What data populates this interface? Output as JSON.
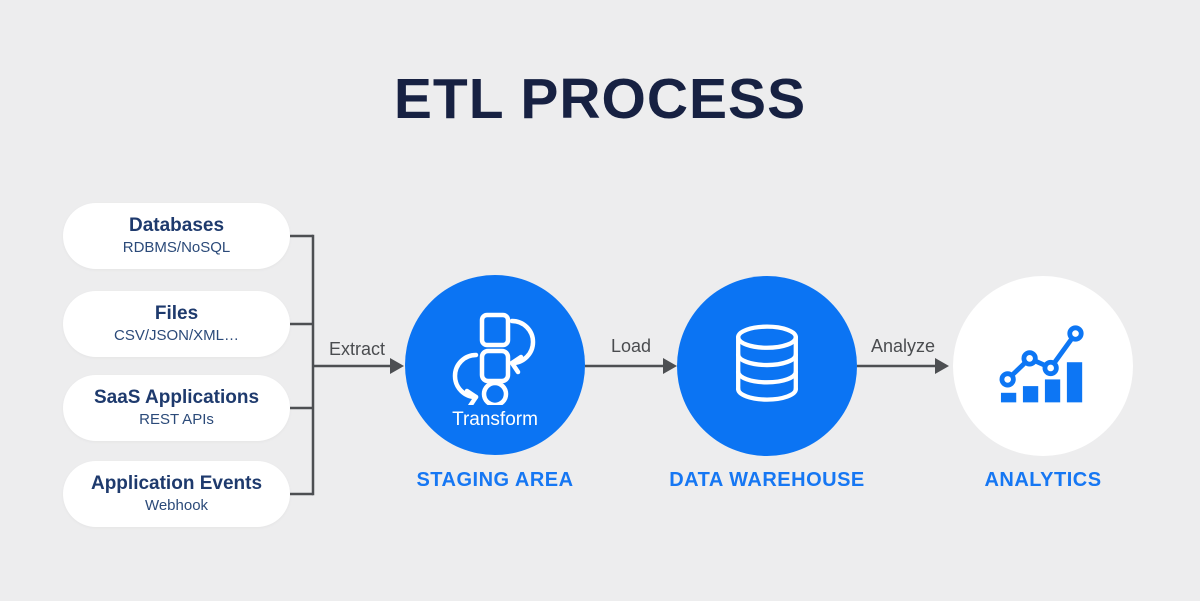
{
  "title": "ETL PROCESS",
  "sources": [
    {
      "name": "Databases",
      "detail": "RDBMS/NoSQL"
    },
    {
      "name": "Files",
      "detail": "CSV/JSON/XML…"
    },
    {
      "name": "SaaS Applications",
      "detail": "REST APIs"
    },
    {
      "name": "Application Events",
      "detail": "Webhook"
    }
  ],
  "flows": {
    "extract": "Extract",
    "load": "Load",
    "analyze": "Analyze"
  },
  "stages": [
    {
      "label": "STAGING AREA",
      "inner_label": "Transform",
      "icon": "transform-icon",
      "fill": "blue"
    },
    {
      "label": "DATA WAREHOUSE",
      "inner_label": "",
      "icon": "database-icon",
      "fill": "blue"
    },
    {
      "label": "ANALYTICS",
      "inner_label": "",
      "icon": "analytics-chart-icon",
      "fill": "white"
    }
  ],
  "colors": {
    "background": "#ededee",
    "accent_blue": "#0b74f3",
    "label_blue": "#1677f3",
    "title_navy": "#172142",
    "pill_text_navy": "#1e3a6d",
    "connector_gray": "#4d4f52"
  }
}
